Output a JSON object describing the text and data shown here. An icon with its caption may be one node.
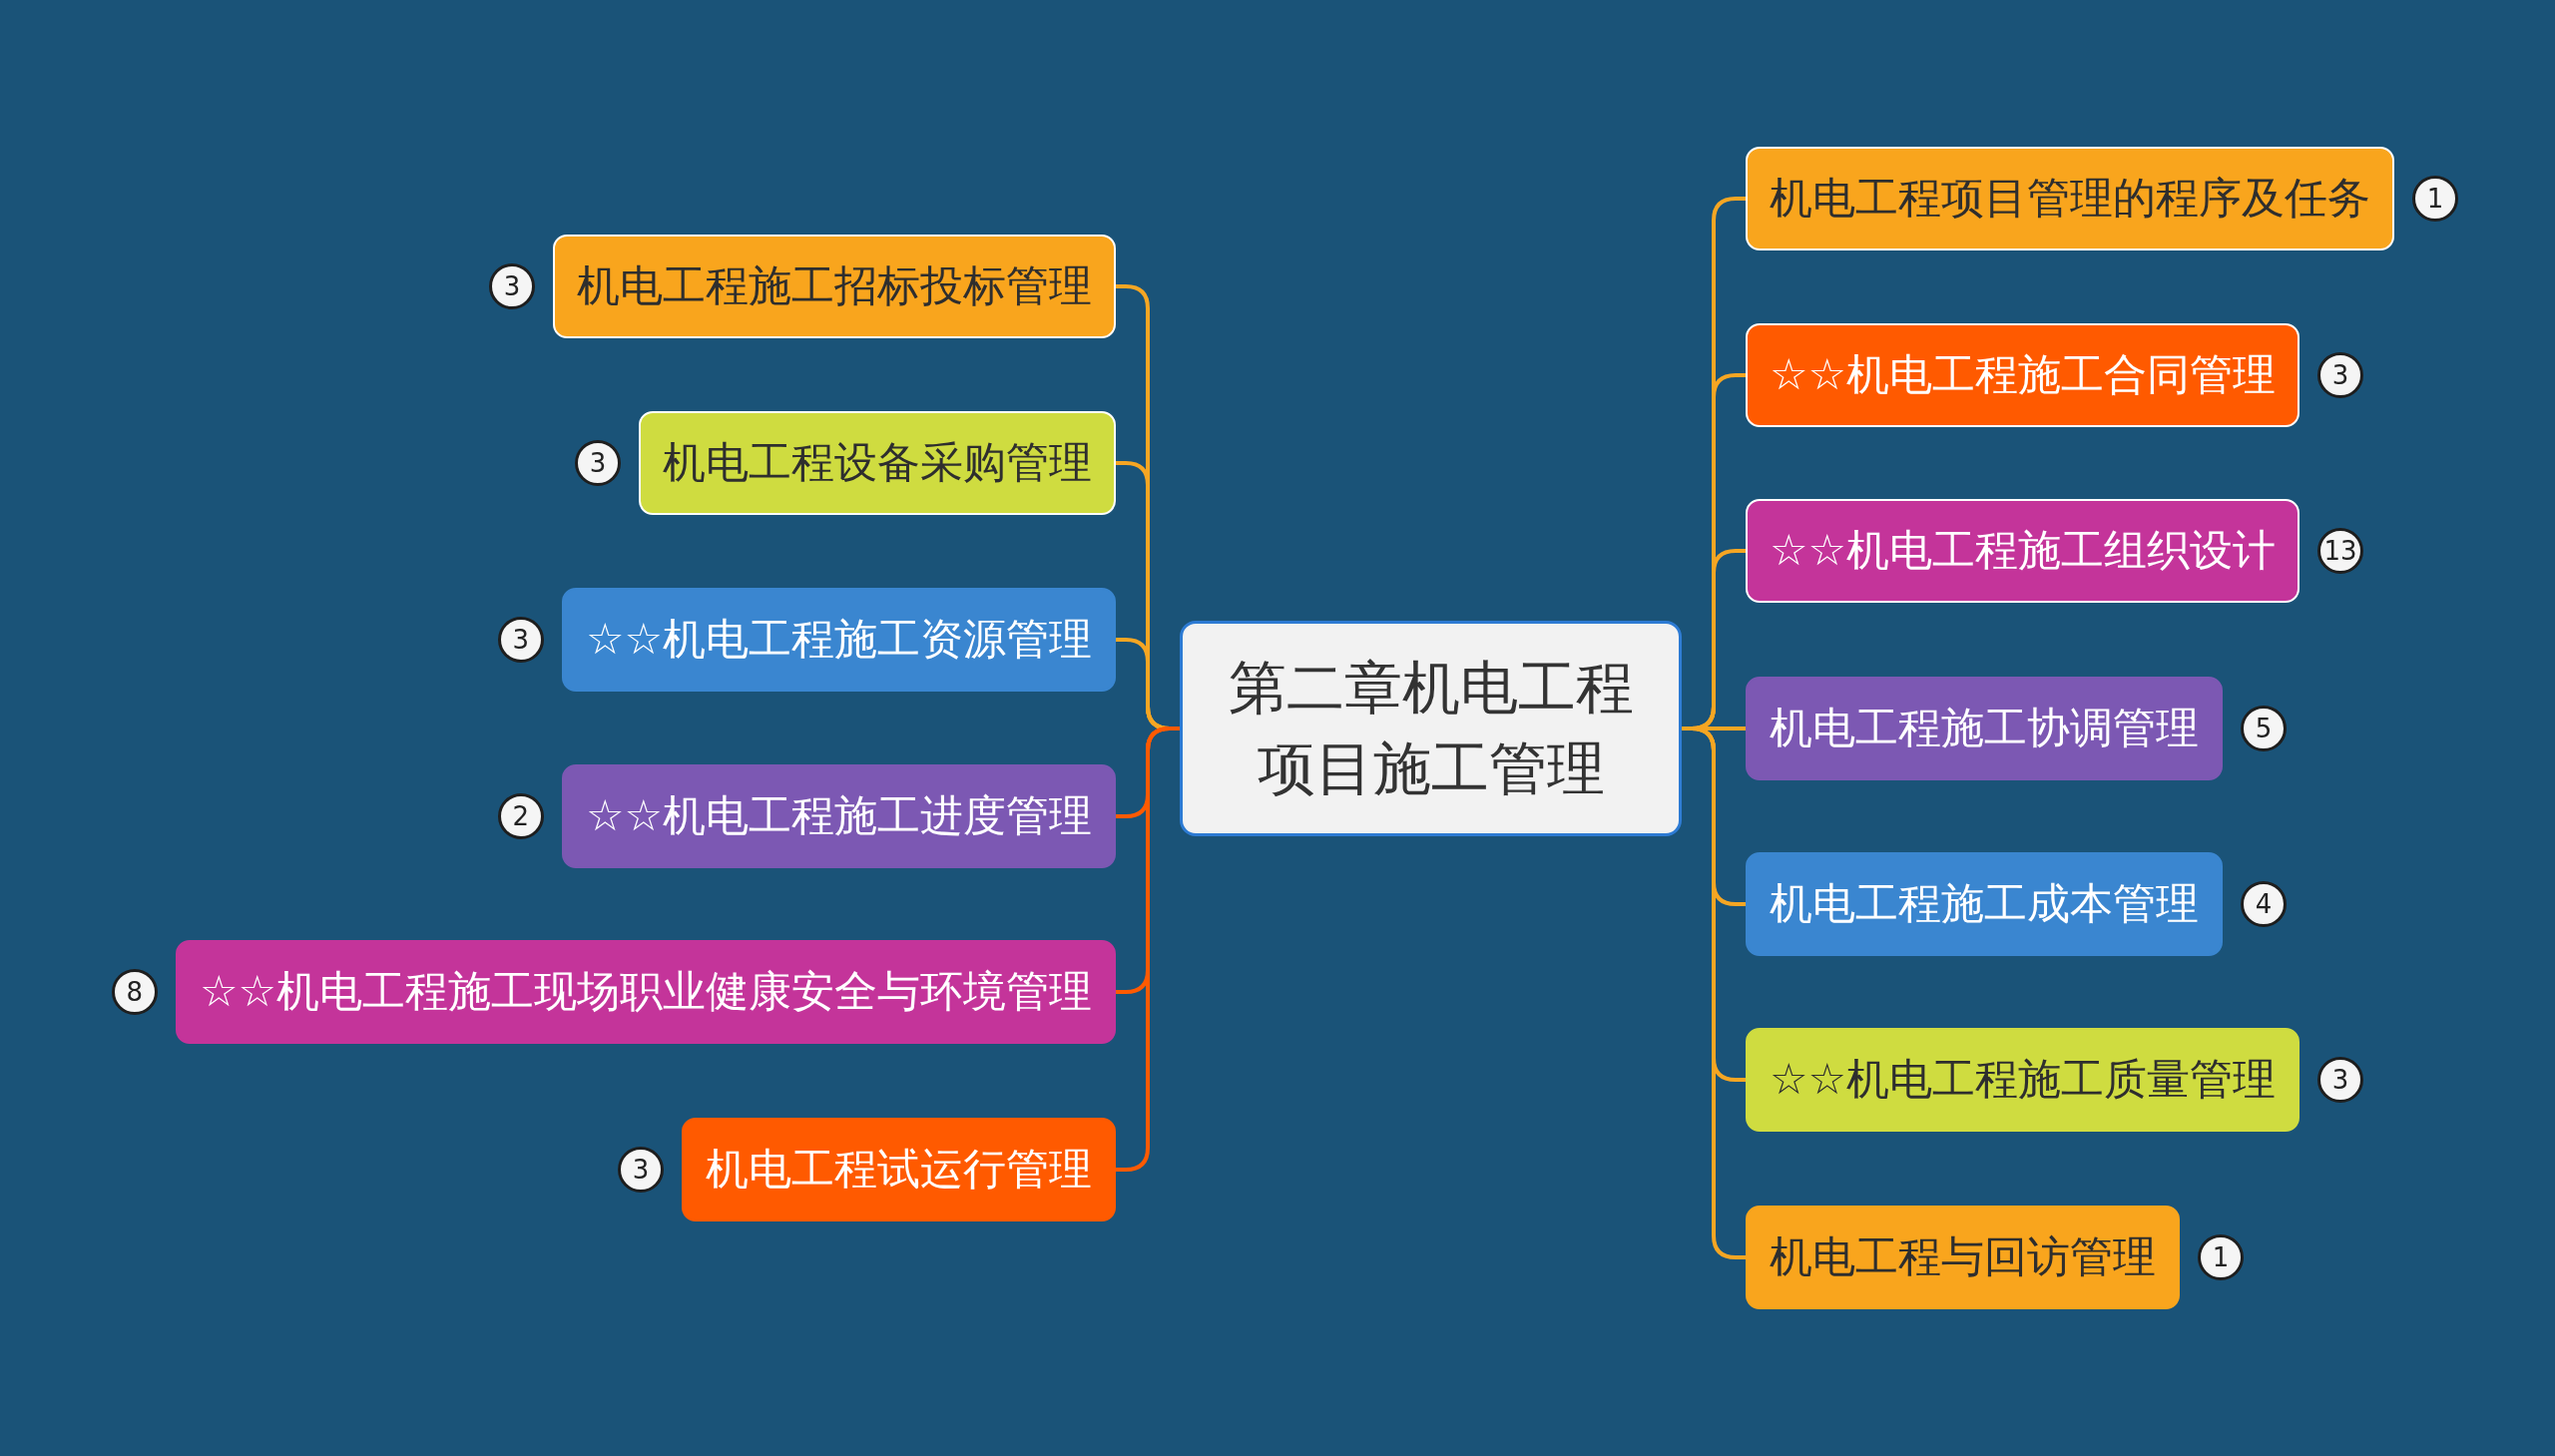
{
  "diagram": {
    "nodes": [
      {
        "text": [
          "第二章机电工程项目施工管理"
        ]
      },
      {
        "text": [
          "机电工程施工招标投标管理"
        ],
        "beside": [
          "3"
        ]
      },
      {
        "text": [
          "机电工程设备采购管理"
        ],
        "beside": [
          "3"
        ]
      },
      {
        "text": [
          "☆☆机电工程施工资源管理"
        ],
        "beside": [
          "3"
        ]
      },
      {
        "text": [
          "☆☆机电工程施工进度管理"
        ],
        "beside": [
          "2"
        ]
      },
      {
        "text": [
          "☆☆机电工程施工现场职业健康安全与环境管理"
        ],
        "beside": [
          "8"
        ]
      },
      {
        "text": [
          "机电工程试运行管理"
        ],
        "beside": [
          "3"
        ]
      },
      {
        "text": [
          "机电工程项目管理的程序及任务"
        ],
        "beside": [
          "1"
        ]
      },
      {
        "text": [
          "☆☆机电工程施工合同管理"
        ],
        "beside": [
          "3"
        ]
      },
      {
        "text": [
          "☆☆机电工程施工组织设计"
        ],
        "beside": [
          "13"
        ]
      },
      {
        "text": [
          "机电工程施工协调管理"
        ],
        "beside": [
          "5"
        ]
      },
      {
        "text": [
          "机电工程施工成本管理"
        ],
        "beside": [
          "4"
        ]
      },
      {
        "text": [
          "☆☆机电工程施工质量管理"
        ],
        "beside": [
          "3"
        ]
      },
      {
        "text": [
          "机电工程与回访管理"
        ],
        "beside": [
          "1"
        ]
      }
    ],
    "edges": [
      {
        "from": 0,
        "to": 1,
        "arrow": "none"
      },
      {
        "from": 0,
        "to": 2,
        "arrow": "none"
      },
      {
        "from": 0,
        "to": 3,
        "arrow": "none"
      },
      {
        "from": 0,
        "to": 4,
        "arrow": "none",
        "color": "#ff5a00"
      },
      {
        "from": 0,
        "to": 5,
        "arrow": "none",
        "color": "#ff5a00"
      },
      {
        "from": 0,
        "to": 6,
        "arrow": "none",
        "color": "#ff5a00"
      },
      {
        "from": 0,
        "to": 7,
        "arrow": "none"
      },
      {
        "from": 0,
        "to": 8,
        "arrow": "none"
      },
      {
        "from": 0,
        "to": 9,
        "arrow": "none"
      },
      {
        "from": 0,
        "to": 10,
        "arrow": "none"
      },
      {
        "from": 0,
        "to": 11,
        "arrow": "none"
      },
      {
        "from": 0,
        "to": 12,
        "arrow": "none"
      },
      {
        "from": 0,
        "to": 13,
        "arrow": "none"
      }
    ]
  }
}
